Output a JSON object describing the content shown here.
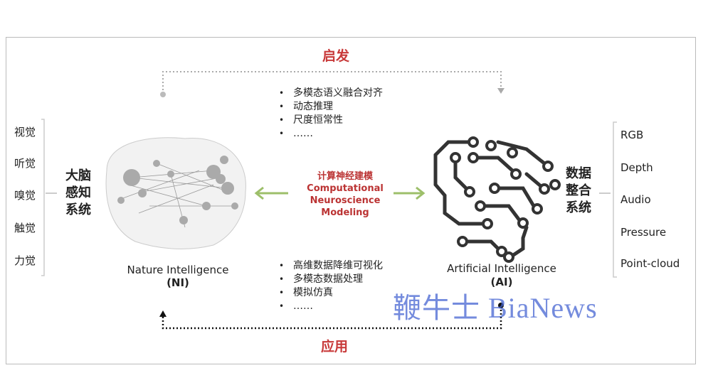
{
  "top_label": "启发",
  "bottom_label": "应用",
  "top_bullets": [
    "多模态语义融合对齐",
    "动态推理",
    "尺度恒常性",
    "……"
  ],
  "bottom_bullets": [
    "高维数据降维可视化",
    "多模态数据处理",
    "模拟仿真",
    "……"
  ],
  "center": {
    "zh": "计算神经建模",
    "en1": "Computational",
    "en2": "Neuroscience",
    "en3": "Modeling"
  },
  "left_senses": [
    "视觉",
    "听觉",
    "嗅觉",
    "触觉",
    "力觉"
  ],
  "left_title": [
    "大脑",
    "感知",
    "系统"
  ],
  "right_title": [
    "数据",
    "整合",
    "系统"
  ],
  "right_inputs": [
    "RGB",
    "Depth",
    "Audio",
    "Pressure",
    "Point-cloud"
  ],
  "ni": {
    "name": "Nature Intelligence",
    "abbr": "(NI)"
  },
  "ai": {
    "name": "Artificial Intelligence",
    "abbr": "(AI)"
  },
  "watermark": "鞭牛士 BiaNews",
  "colors": {
    "red": "#c83a3a",
    "arrow_green": "#9dbf6a",
    "watermark": "#4664d2"
  },
  "icons": [
    "brain-network-icon",
    "circuit-brain-icon"
  ]
}
